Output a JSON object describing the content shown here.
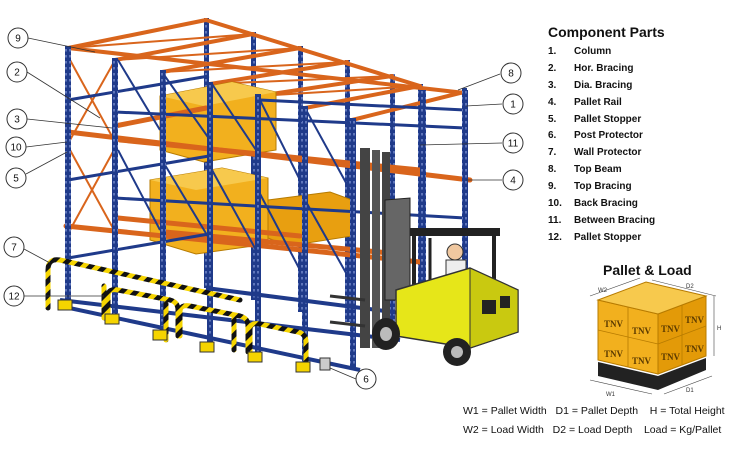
{
  "callouts": [
    "9",
    "2",
    "3",
    "10",
    "5",
    "7",
    "12",
    "8",
    "1",
    "11",
    "4",
    "6"
  ],
  "component_parts": {
    "title": "Component Parts",
    "items": [
      {
        "num": "1.",
        "label": "Column"
      },
      {
        "num": "2.",
        "label": "Hor. Bracing"
      },
      {
        "num": "3.",
        "label": "Dia. Bracing"
      },
      {
        "num": "4.",
        "label": "Pallet Rail"
      },
      {
        "num": "5.",
        "label": "Pallet Stopper"
      },
      {
        "num": "6.",
        "label": "Post Protector"
      },
      {
        "num": "7.",
        "label": "Wall Protector"
      },
      {
        "num": "8.",
        "label": "Top Beam"
      },
      {
        "num": "9.",
        "label": "Top Bracing"
      },
      {
        "num": "10.",
        "label": "Back Bracing"
      },
      {
        "num": "11.",
        "label": "Between Bracing"
      },
      {
        "num": "12.",
        "label": "Pallet Stopper"
      }
    ]
  },
  "pallet_load": {
    "title": "Pallet & Load",
    "box_label": "TNV",
    "dims": {
      "w2": "W2",
      "d2": "D2",
      "h": "H",
      "w1": "W1",
      "d1": "D1"
    },
    "legend": {
      "w1": "W1 = Pallet Width",
      "d1": "D1 = Pallet Depth",
      "h": "H = Total Height",
      "w2": "W2 = Load Width",
      "d2": "D2 = Load Depth",
      "load": "Load = Kg/Pallet"
    }
  },
  "colors": {
    "upright": "#1f3a8a",
    "beam": "#d9651c",
    "pallet_load": "#f2b01e",
    "forklift": "#e6e619",
    "guard_black": "#111111",
    "guard_yellow": "#f5d400"
  }
}
